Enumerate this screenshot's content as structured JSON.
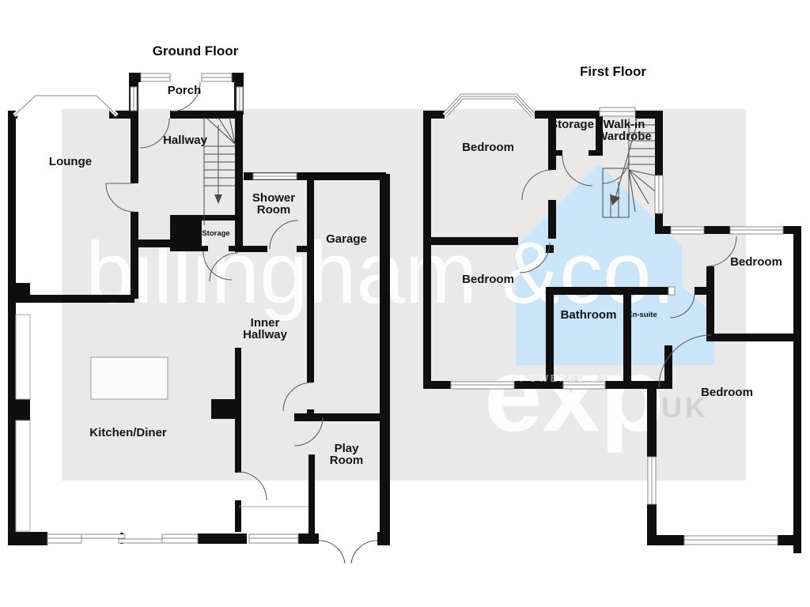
{
  "ground_floor": {
    "title": "Ground Floor",
    "porch": "Porch",
    "hallway": "Hallway",
    "lounge": "Lounge",
    "shower_room": [
      "Shower",
      "Room"
    ],
    "storage": "Storage",
    "garage": "Garage",
    "inner_hallway": [
      "Inner",
      "Hallway"
    ],
    "kitchen_diner": "Kitchen/Diner",
    "play_room": [
      "Play",
      "Room"
    ]
  },
  "first_floor": {
    "title": "First Floor",
    "bedroom_front": "Bedroom",
    "storage": "Storage",
    "walk_in_wardrobe": [
      "Walk-in",
      "Wardrobe"
    ],
    "bedroom_middle": "Bedroom",
    "bathroom": "Bathroom",
    "en_suite": "En-suite",
    "bedroom_right": "Bedroom",
    "bedroom_back": "Bedroom"
  },
  "watermark": {
    "brand": "billingham &co.",
    "powered_by": "POWERED BY",
    "logo": "exp",
    "region": "UK"
  },
  "colors": {
    "wall": "#0f0f0f",
    "panel": "#e9e9e9",
    "house": "#c9e5f7",
    "watermark_text": "#ffffff",
    "uk_text": "#d2d2d2"
  }
}
